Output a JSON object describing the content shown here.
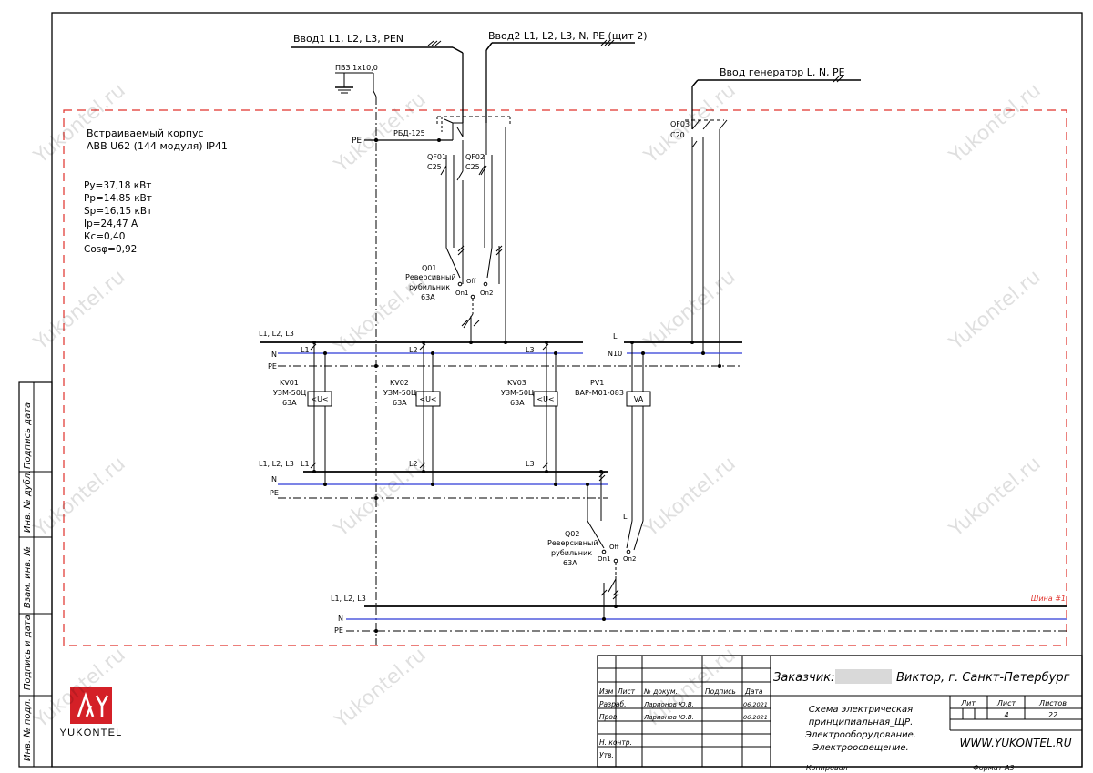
{
  "inputs": {
    "input1": "Ввод1 L1, L2, L3, PEN",
    "input2": "Ввод2 L1, L2, L3, N, PE (щит 2)",
    "generator": "Ввод генератор L, N, PE"
  },
  "ground": "ПВЗ 1х10,0",
  "enclosure": {
    "line1": "Встраиваемый корпус",
    "line2": "ABB U62 (144 модуля) IP41"
  },
  "params": [
    "Pу=37,18 кВт",
    "Pр=14,85 кВт",
    "Sр=16,15 кВт",
    "Iр=24,47 А",
    "Кс=0,40",
    "Cosφ=0,92"
  ],
  "rbd": "РБД-125",
  "qf01": {
    "name": "QF01",
    "rating": "C25"
  },
  "qf02": {
    "name": "QF02",
    "rating": "C25"
  },
  "qf03": {
    "name": "QF03",
    "rating": "C20"
  },
  "q01": {
    "name": "Q01",
    "l1": "Реверсивный",
    "l2": "рубильник",
    "l3": "63А",
    "off": "Off",
    "on1": "On1",
    "on2": "On2"
  },
  "q02": {
    "name": "Q02",
    "l1": "Реверсивный",
    "l2": "рубильник",
    "l3": "63А",
    "off": "Off",
    "on1": "On1",
    "on2": "On2"
  },
  "relays": [
    {
      "name": "KV01",
      "model": "УЗМ-50Ц",
      "rating": "63А",
      "symbol": "<U<",
      "phase": "L1"
    },
    {
      "name": "KV02",
      "model": "УЗМ-50Ц",
      "rating": "63А",
      "symbol": "<U<",
      "phase": "L2"
    },
    {
      "name": "KV03",
      "model": "УЗМ-50Ц",
      "rating": "63А",
      "symbol": "<U<",
      "phase": "L3"
    }
  ],
  "meter": {
    "name": "PV1",
    "model": "ВАР-М01-083",
    "symbol": "VA"
  },
  "bus": {
    "l123": "L1, L2, L3",
    "n": "N",
    "pe": "PE",
    "l": "L",
    "n10": "N10",
    "label": "Шина #1"
  },
  "sidebar": [
    "Подпись  дата",
    "Инв. № дубл.",
    "Взам. инв. №",
    "Подпись и дата",
    "Инв. № подл."
  ],
  "title_block": {
    "customer_label": "Заказчик:",
    "customer_value": "Виктор, г. Санкт-Петербург",
    "headers": [
      "Изм",
      "Лист",
      "№ докум.",
      "Подпись",
      "Дата"
    ],
    "row_labels": [
      "Разраб.",
      "Пров.",
      "",
      "Н. контр.",
      "Утв."
    ],
    "developer": "Ларионов Ю.В.",
    "checker": "Ларионов Ю.В.",
    "date1": "06.2021",
    "date2": "06.2021",
    "title_lines": [
      "Схема электрическая",
      "принципиальная_ЩР.",
      "Электрооборудование.",
      "Электроосвещение."
    ],
    "lit_label": "Лит",
    "sheet_label": "Лист",
    "sheets_label": "Листов",
    "sheet": "4",
    "sheets": "22",
    "website": "WWW.YUKONTEL.RU",
    "copied": "Копировал",
    "format": "Формат А3"
  },
  "logo": {
    "mark": "ᴧY",
    "text": "YUKONTEL"
  },
  "watermark": "Yukontel.ru",
  "colors": {
    "neutral": "#2e3bd8",
    "boundary": "#e0302a",
    "logo": "#d42027"
  }
}
